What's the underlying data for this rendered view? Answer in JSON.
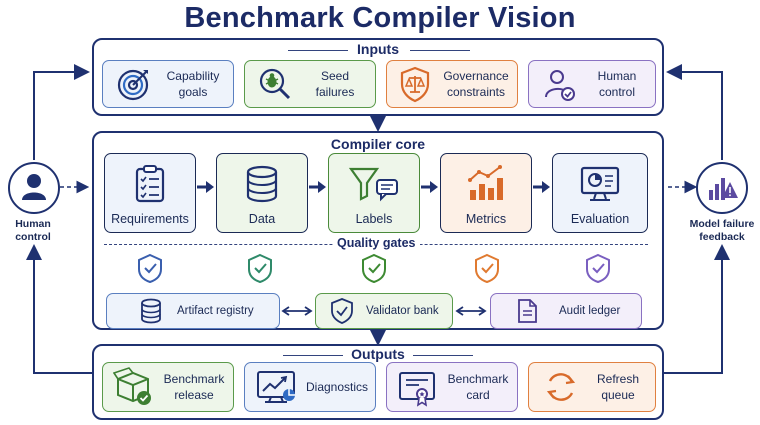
{
  "title": "Benchmark Compiler Vision",
  "inputs": {
    "heading": "Inputs",
    "items": [
      {
        "label": "Capability goals",
        "icon": "target-icon"
      },
      {
        "label": "Seed failures",
        "icon": "bug-magnifier-icon"
      },
      {
        "label": "Governance constraints",
        "icon": "shield-scales-icon"
      },
      {
        "label": "Human control",
        "icon": "user-check-icon"
      }
    ]
  },
  "core": {
    "heading": "Compiler core",
    "stages": [
      {
        "label": "Requirements",
        "icon": "clipboard-checklist-icon"
      },
      {
        "label": "Data",
        "icon": "database-icon"
      },
      {
        "label": "Labels",
        "icon": "funnel-chat-icon"
      },
      {
        "label": "Metrics",
        "icon": "bar-trend-icon"
      },
      {
        "label": "Evaluation",
        "icon": "monitor-chart-icon"
      }
    ],
    "quality_gates": "Quality gates",
    "registry": [
      {
        "label": "Artifact registry",
        "icon": "database-icon"
      },
      {
        "label": "Validator bank",
        "icon": "shield-check-icon"
      },
      {
        "label": "Audit ledger",
        "icon": "document-icon"
      }
    ]
  },
  "outputs": {
    "heading": "Outputs",
    "items": [
      {
        "label": "Benchmark release",
        "icon": "box-check-icon"
      },
      {
        "label": "Diagnostics",
        "icon": "monitor-trend-icon"
      },
      {
        "label": "Benchmark card",
        "icon": "certificate-icon"
      },
      {
        "label": "Refresh queue",
        "icon": "refresh-icon"
      }
    ]
  },
  "left_node": {
    "label": "Human control",
    "icon": "person-icon"
  },
  "right_node": {
    "label": "Model failure feedback",
    "icon": "chart-alert-icon"
  },
  "colors": {
    "navy": "#1f3170",
    "blue": "#5a7fc0",
    "green": "#5a9a4a",
    "orange": "#e08040",
    "purple": "#8a72c2"
  }
}
